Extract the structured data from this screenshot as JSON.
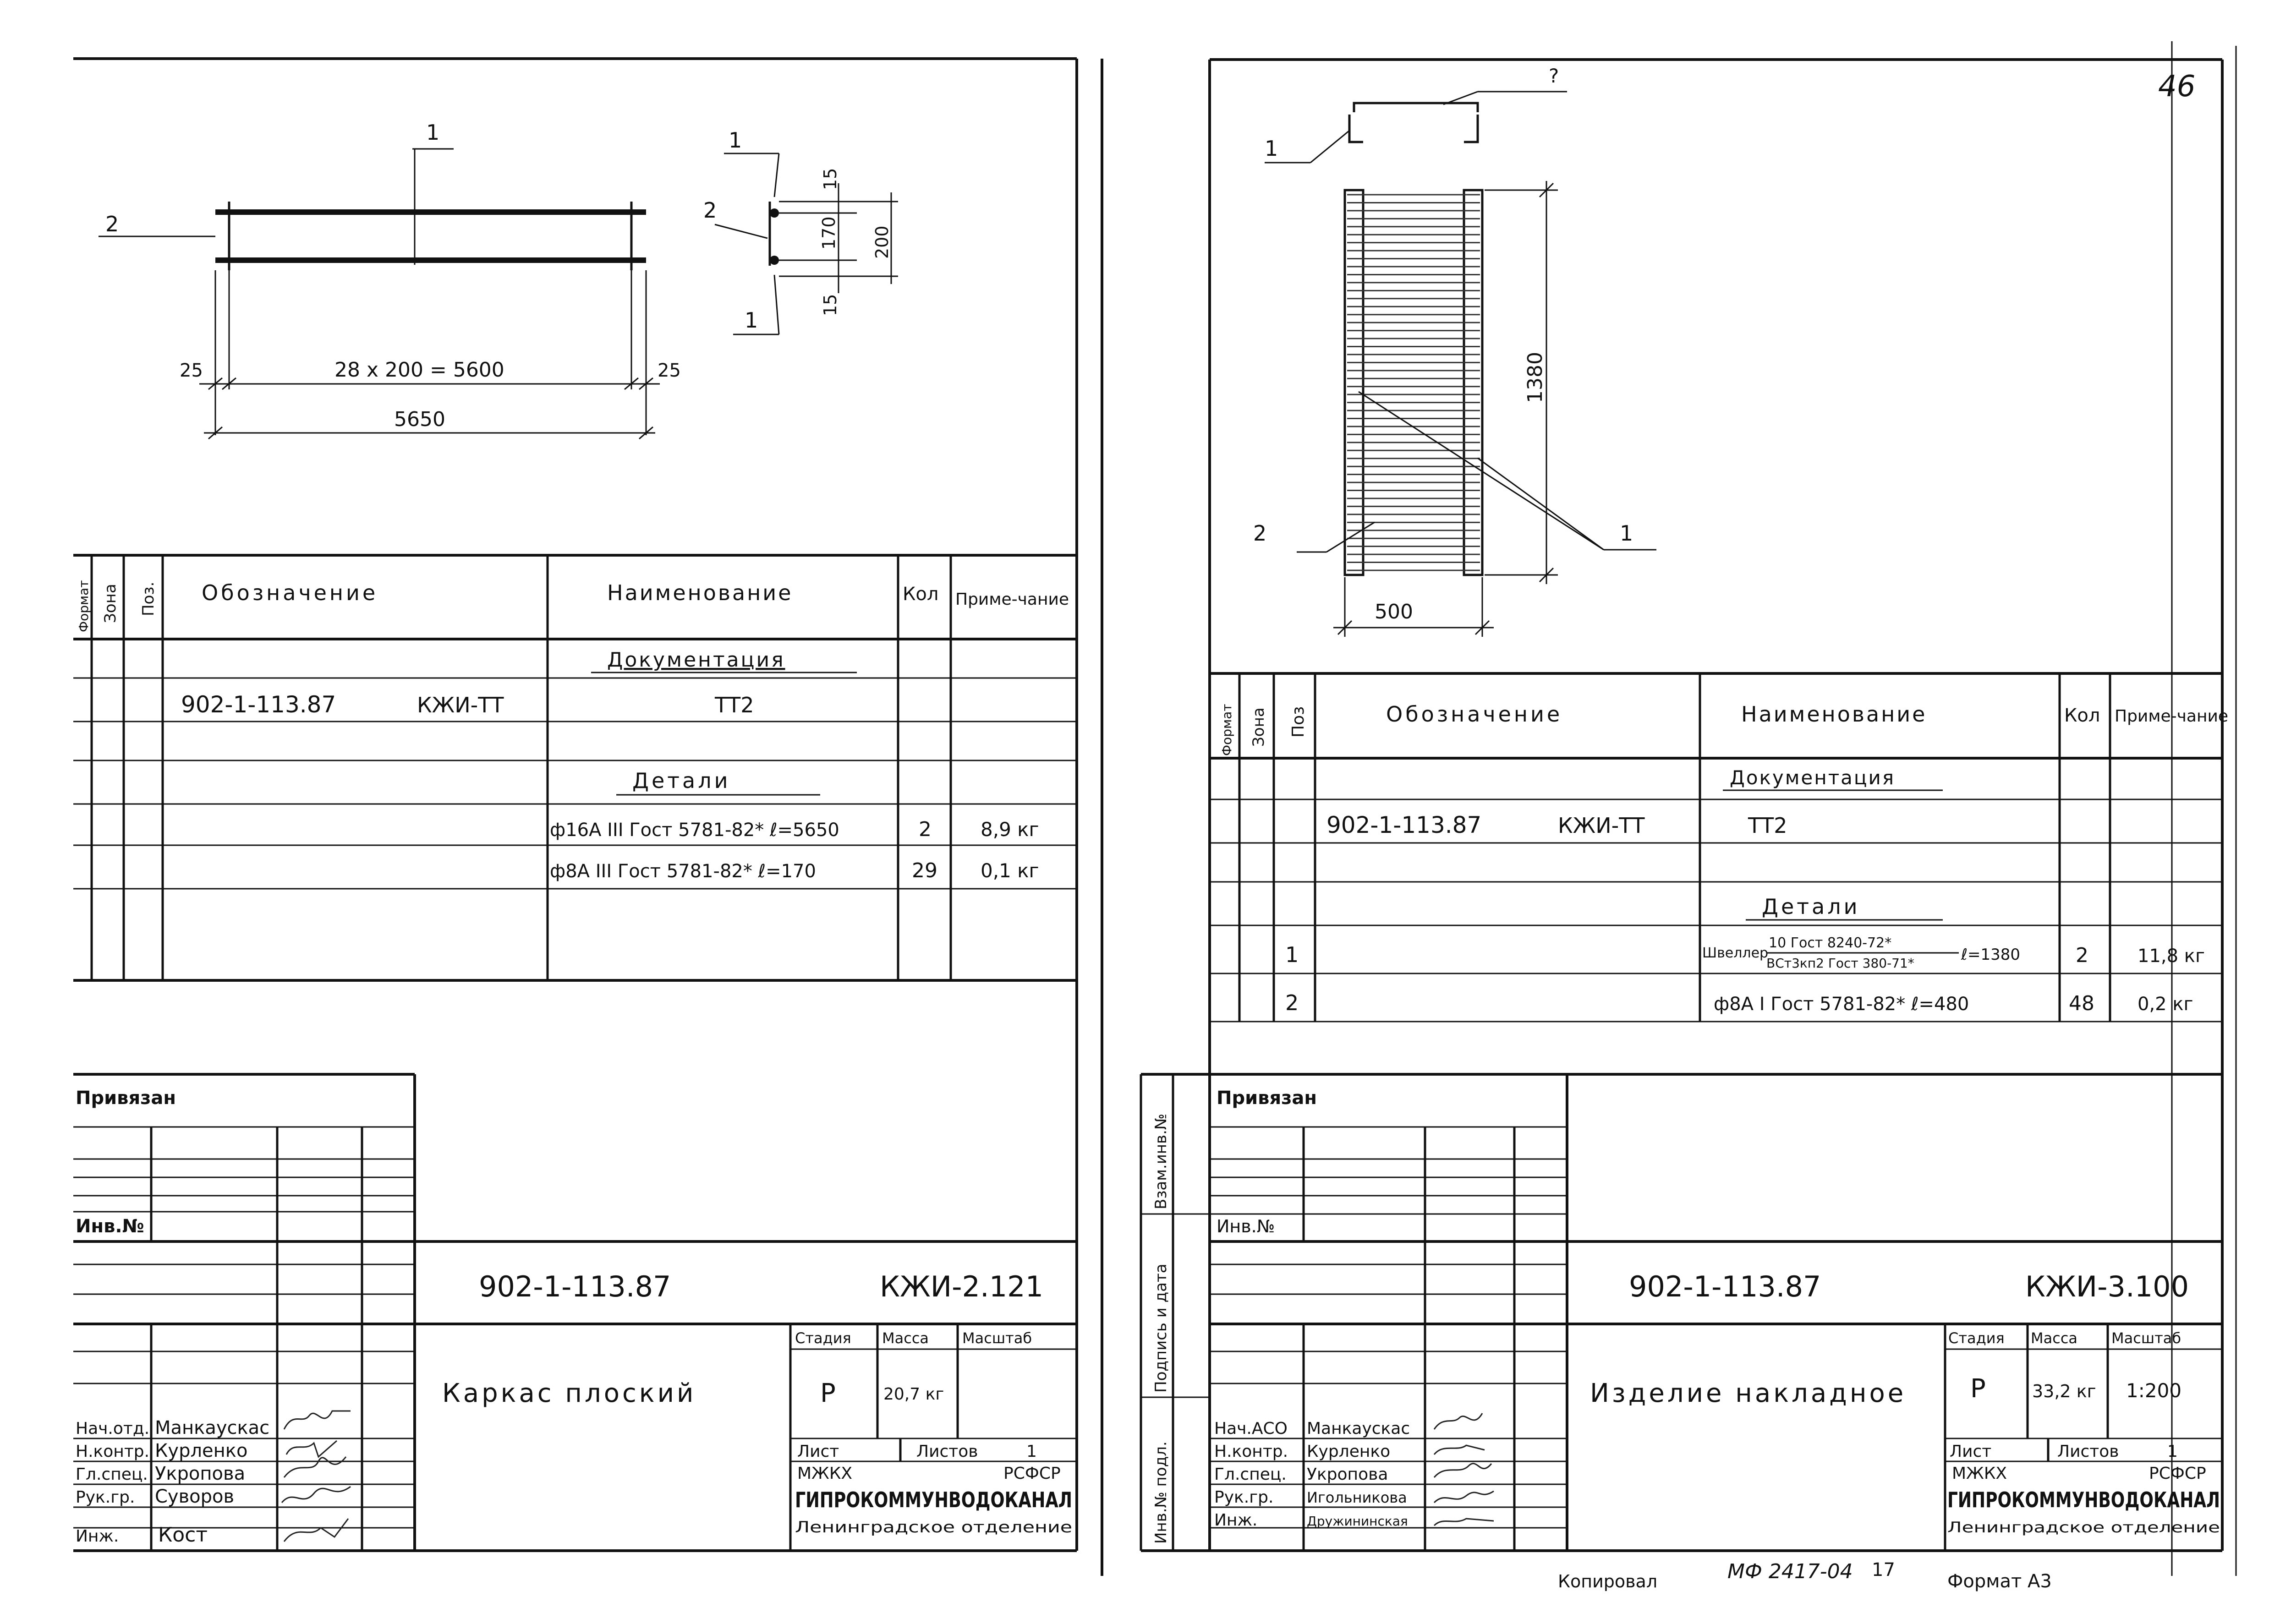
{
  "page_number": "46",
  "left_sheet": {
    "drawing": {
      "pos_1": "1",
      "pos_2": "2",
      "dim_spacing": "28 x 200 = 5600",
      "dim_edge_left": "25",
      "dim_edge_right": "25",
      "dim_total": "5650",
      "dim_15_top": "15",
      "dim_170": "170",
      "dim_15_bottom": "15",
      "dim_200": "200"
    },
    "spec_headers": {
      "format": "Формат",
      "zone": "Зона",
      "pos": "Поз.",
      "designation": "Обозначение",
      "name": "Наименование",
      "qty": "Кол",
      "note": "Приме-чание"
    },
    "spec_rows": {
      "section_docs": "Документация",
      "doc_code": "902-1-113.87",
      "doc_mark": "КЖИ-ТТ",
      "doc_name": "ТТ2",
      "section_parts": "Детали",
      "row1_name": "ф16А III Гост 5781-82* ℓ=5650",
      "row1_qty": "2",
      "row1_note": "8,9 кг",
      "row2_name": "ф8А III Гост 5781-82* ℓ=170",
      "row2_qty": "29",
      "row2_note": "0,1 кг"
    },
    "title_block": {
      "privyazan": "Привязан",
      "inv_no": "Инв.№",
      "project_code": "902-1-113.87",
      "sheet_code": "КЖИ-2.121",
      "title": "Каркас плоский",
      "stage_label": "Стадия",
      "mass_label": "Масса",
      "scale_label": "Масштаб",
      "stage": "Р",
      "mass": "20,7 кг",
      "scale": "",
      "sheet_label": "Лист",
      "sheets_label": "Листов",
      "sheets": "1",
      "org_line1_left": "МЖКХ",
      "org_line1_right": "РСФСР",
      "org_line2": "ГИПРОКОММУНВОДОКАНАЛ",
      "org_line3": "Ленинградское отделение",
      "roles": [
        "Нач.отд.",
        "Н.контр.",
        "Гл.спец.",
        "Рук.гр.",
        "Инж."
      ],
      "names": [
        "Манкаускас",
        "Курленко",
        "Укропова",
        "Суворов",
        "Кост"
      ]
    }
  },
  "right_sheet": {
    "drawing": {
      "pos_1": "1",
      "pos_2": "2",
      "pos_q": "?",
      "dim_1380": "1380",
      "dim_500": "500"
    },
    "spec_headers": {
      "format": "Формат",
      "zone": "Зона",
      "pos": "Поз",
      "designation": "Обозначение",
      "name": "Наименование",
      "qty": "Кол",
      "note": "Приме-чание"
    },
    "spec_rows": {
      "section_docs": "Документация",
      "doc_code": "902-1-113.87",
      "doc_mark": "КЖИ-ТТ",
      "doc_name": "ТТ2",
      "section_parts": "Детали",
      "row1_pos": "1",
      "row1_name_prefix": "Швеллер",
      "row1_frac_top": "10 Гост 8240-72*",
      "row1_frac_bottom": "ВСт3кп2 Гост 380-71*",
      "row1_len": "ℓ=1380",
      "row1_qty": "2",
      "row1_note": "11,8 кг",
      "row2_pos": "2",
      "row2_name": "ф8А I Гост 5781-82* ℓ=480",
      "row2_qty": "48",
      "row2_note": "0,2 кг"
    },
    "side_labels": {
      "vzam": "Взам.инв.№",
      "podpis": "Подпись и дата",
      "inv_podl": "Инв.№ подл."
    },
    "title_block": {
      "privyazan": "Привязан",
      "inv_no": "Инв.№",
      "project_code": "902-1-113.87",
      "sheet_code": "КЖИ-3.100",
      "title": "Изделие накладное",
      "stage_label": "Стадия",
      "mass_label": "Масса",
      "scale_label": "Масштаб",
      "stage": "Р",
      "mass": "33,2 кг",
      "scale": "1:200",
      "sheet_label": "Лист",
      "sheets_label": "Листов",
      "sheets": "1",
      "org_line1_left": "МЖКХ",
      "org_line1_right": "РСФСР",
      "org_line2": "ГИПРОКОММУНВОДОКАНАЛ",
      "org_line3": "Ленинградское отделение",
      "roles": [
        "Нач.АСО",
        "Н.контр.",
        "Гл.спец.",
        "Рук.гр.",
        "Инж."
      ],
      "names": [
        "Манкаускас",
        "Курленко",
        "Укропова",
        "Игольникова",
        "Дружининская"
      ]
    },
    "footer": {
      "copied": "Копировал",
      "code": "МФ 2417-04",
      "sheet_no": "17",
      "format": "Формат А3"
    }
  }
}
